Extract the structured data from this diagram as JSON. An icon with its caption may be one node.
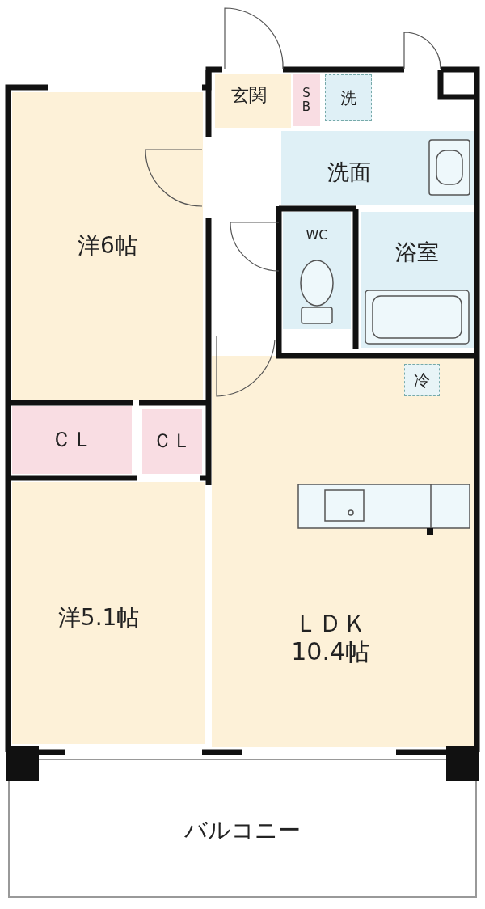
{
  "diagram": {
    "nodes": [
      {
        "text": [
          "玄関"
        ]
      },
      {
        "text": [
          "S B"
        ]
      },
      {
        "text": [
          "洗"
        ]
      },
      {
        "text": [
          "洗面"
        ]
      },
      {
        "text": [
          "洋6帖"
        ]
      },
      {
        "text": [
          "WC"
        ]
      },
      {
        "text": [
          "浴室"
        ]
      },
      {
        "text": [
          "ＬＤＫ 10.4帖"
        ]
      },
      {
        "text": [
          "冷"
        ],
        "in": 7
      },
      {
        "text": [
          "ＣＬ"
        ]
      },
      {
        "text": [
          "ＣＬ"
        ]
      },
      {
        "text": [
          "洋5.1帖"
        ]
      },
      {
        "text": [
          "バルコニー"
        ]
      }
    ]
  }
}
